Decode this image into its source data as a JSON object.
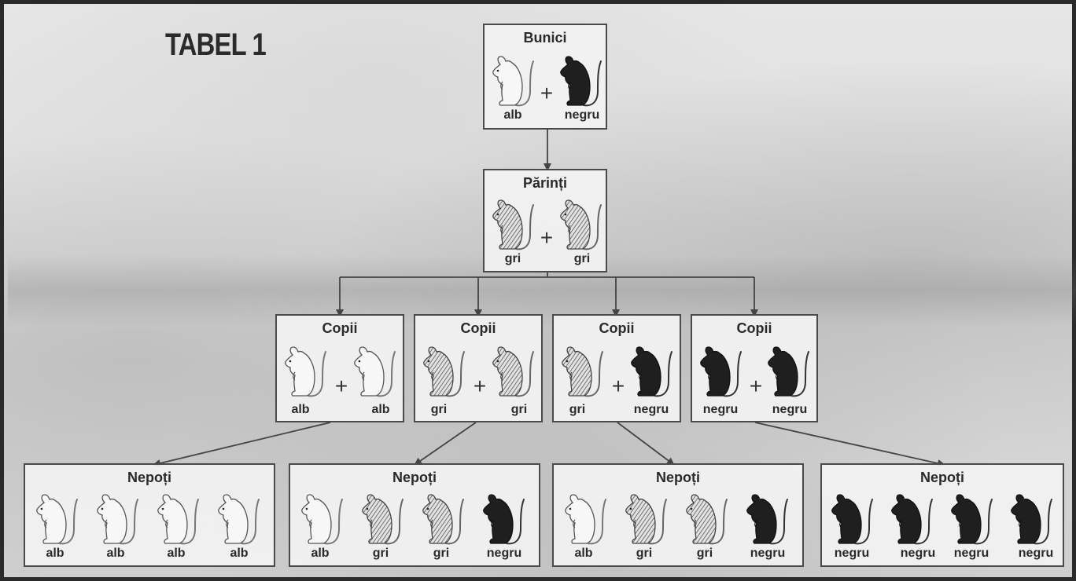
{
  "title": "TABEL 1",
  "colors": {
    "alb_fill": "#f7f7f7",
    "gri_fill": "#bdbdbd",
    "negru_fill": "#1f1f1f",
    "outline": "#555555",
    "arrow": "#444444"
  },
  "generations": {
    "bunici": {
      "title": "Bunici",
      "mice": [
        {
          "color": "alb",
          "label": "alb"
        },
        {
          "color": "negru",
          "label": "negru"
        }
      ]
    },
    "parinti": {
      "title": "Părinți",
      "mice": [
        {
          "color": "gri",
          "label": "gri"
        },
        {
          "color": "gri",
          "label": "gri"
        }
      ]
    },
    "copii": [
      {
        "title": "Copii",
        "mice": [
          {
            "color": "alb",
            "label": "alb"
          },
          {
            "color": "alb",
            "label": "alb"
          }
        ]
      },
      {
        "title": "Copii",
        "mice": [
          {
            "color": "gri",
            "label": "gri"
          },
          {
            "color": "gri",
            "label": "gri"
          }
        ]
      },
      {
        "title": "Copii",
        "mice": [
          {
            "color": "gri",
            "label": "gri"
          },
          {
            "color": "negru",
            "label": "negru"
          }
        ]
      },
      {
        "title": "Copii",
        "mice": [
          {
            "color": "negru",
            "label": "negru"
          },
          {
            "color": "negru",
            "label": "negru"
          }
        ]
      }
    ],
    "nepoti": [
      {
        "title": "Nepoți",
        "mice": [
          {
            "color": "alb",
            "label": "alb"
          },
          {
            "color": "alb",
            "label": "alb"
          },
          {
            "color": "alb",
            "label": "alb"
          },
          {
            "color": "alb",
            "label": "alb"
          }
        ]
      },
      {
        "title": "Nepoți",
        "mice": [
          {
            "color": "alb",
            "label": "alb"
          },
          {
            "color": "gri",
            "label": "gri"
          },
          {
            "color": "gri",
            "label": "gri"
          },
          {
            "color": "negru",
            "label": "negru"
          }
        ]
      },
      {
        "title": "Nepoți",
        "mice": [
          {
            "color": "alb",
            "label": "alb"
          },
          {
            "color": "gri",
            "label": "gri"
          },
          {
            "color": "gri",
            "label": "gri"
          },
          {
            "color": "negru",
            "label": "negru"
          }
        ]
      },
      {
        "title": "Nepoți",
        "mice": [
          {
            "color": "negru",
            "label": "negru"
          },
          {
            "color": "negru",
            "label": "negru"
          },
          {
            "color": "negru",
            "label": "negru"
          },
          {
            "color": "negru",
            "label": "negru"
          }
        ]
      }
    ]
  },
  "plus_sign": "+"
}
